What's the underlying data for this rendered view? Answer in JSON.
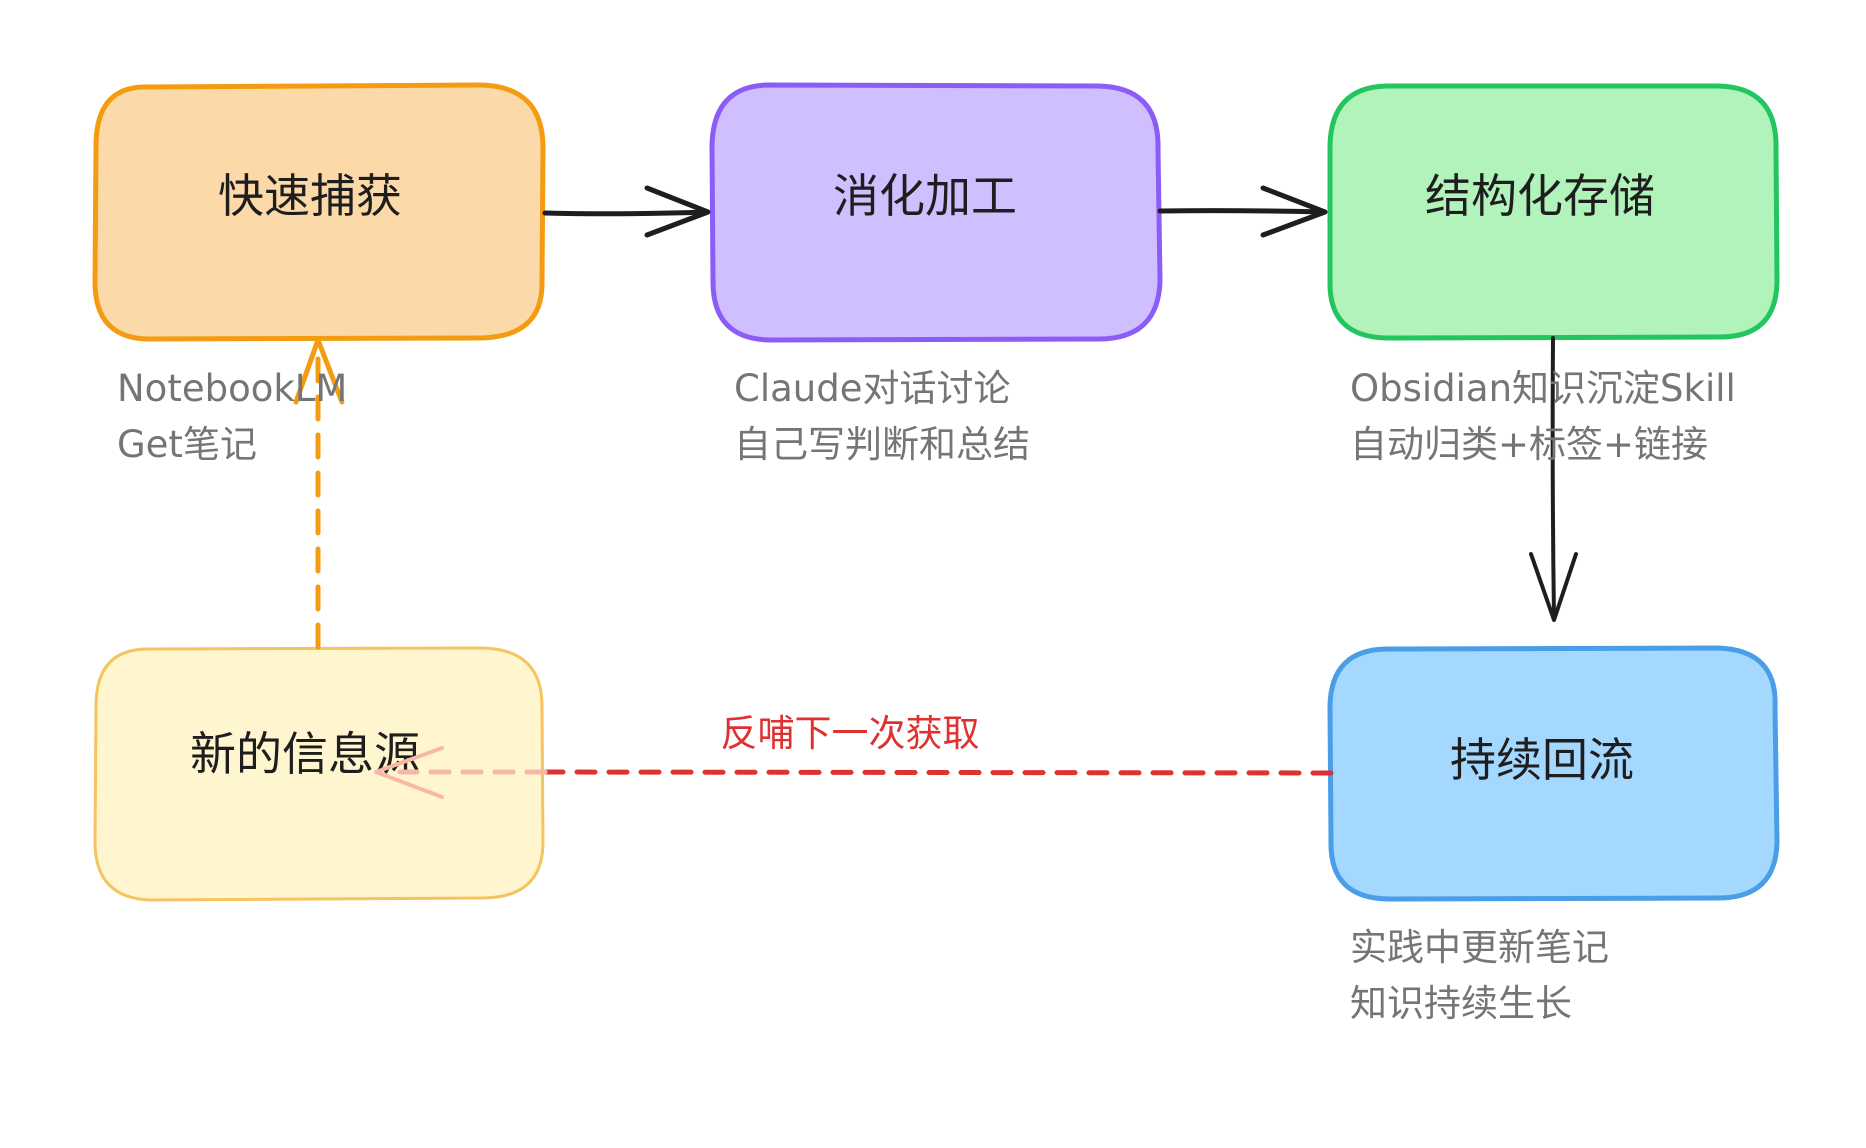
{
  "nodes": {
    "capture": {
      "title": "快速捕获",
      "fill": "#fcd9a8",
      "stroke": "#f39c12"
    },
    "digest": {
      "title": "消化加工",
      "fill": "#d0bfff",
      "stroke": "#8b5cf6"
    },
    "store": {
      "title": "结构化存储",
      "fill": "#b2f2bb",
      "stroke": "#22c55e"
    },
    "source": {
      "title": "新的信息源",
      "fill": "#fff5cf",
      "stroke": "#f5c35f"
    },
    "reflow": {
      "title": "持续回流",
      "fill": "#a5d8ff",
      "stroke": "#4a9ee8"
    }
  },
  "notes": {
    "capture": [
      "NotebookLM",
      "Get笔记"
    ],
    "digest": [
      "Claude对话讨论",
      "自己写判断和总结"
    ],
    "store": [
      "Obsidian知识沉淀Skill",
      "自动归类+标签+链接"
    ],
    "reflow": [
      "实践中更新笔记",
      "知识持续生长"
    ]
  },
  "edges": {
    "feedback_label": "反哺下一次获取",
    "feedback_color": "#e03131",
    "source_arrow_color": "#f39c12",
    "main_arrow_color": "#1e1e1e"
  }
}
